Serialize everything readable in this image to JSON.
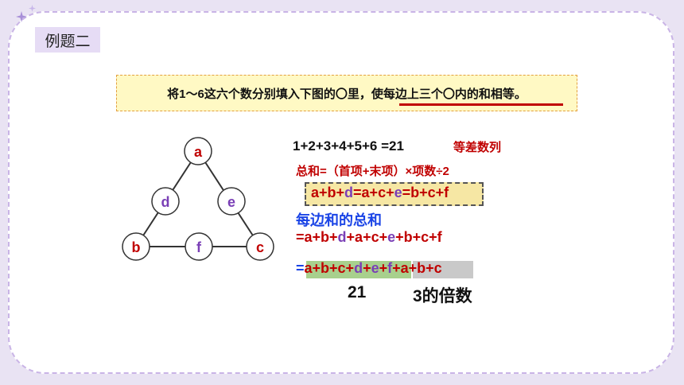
{
  "tag_label": "例题二",
  "problem": "将1～6这六个数分别填入下图的〇里，使每边上三个〇内的和相等。",
  "nodes": {
    "a": "a",
    "b": "b",
    "c": "c",
    "d": "d",
    "e": "e",
    "f": "f"
  },
  "sum_line": "1+2+3+4+5+6 =21",
  "series_label": "等差数列",
  "formula": "总和=（首项+末项）×项数÷2",
  "equation": [
    "a+b+",
    "d",
    "=a+c+",
    "e",
    "=b+c+f"
  ],
  "each_side_label": "每边和的总和",
  "sum_expansion": [
    "=a+b+",
    "d",
    "+a+c+",
    "e",
    "+b+c+f"
  ],
  "regroup": [
    "=",
    "a+b+c+",
    "d",
    "+",
    "e",
    "+",
    "f",
    "+a+b+c"
  ],
  "value_21": "21",
  "multiple_of_3": "3的倍数",
  "colors": {
    "accent_red": "#c00000",
    "blue": "#1a44e6",
    "purple": "#7a3fb6",
    "tag_bg": "#e6dcf5"
  }
}
